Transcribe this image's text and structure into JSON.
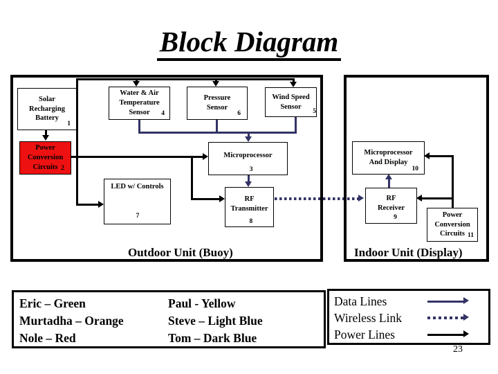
{
  "slide": {
    "title": "Block Diagram",
    "page_number": "23"
  },
  "colors": {
    "background": "#ffffff",
    "power_line": "#000000",
    "data_line": "#333366",
    "wireless_line": "#333366",
    "highlight_red": "#ee1111"
  },
  "boxes": {
    "solar": {
      "label": "Solar\nRecharging\nBattery",
      "number": "1"
    },
    "power_conv_out": {
      "label": "Power\nConversion\nCircuits",
      "number": "2"
    },
    "water_air": {
      "label": "Water & Air\nTemperature\nSensor",
      "number": "4"
    },
    "pressure": {
      "label": "Pressure\nSensor",
      "number": "6"
    },
    "wind": {
      "label": "Wind Speed\nSensor",
      "number": "5"
    },
    "micro": {
      "label": "Microprocessor",
      "number": "3"
    },
    "led": {
      "label": "LED w/ Controls",
      "number": "7"
    },
    "rf_tx": {
      "label": "RF\nTransmitter",
      "number": "8"
    },
    "micro_disp": {
      "label": "Microprocessor\nAnd Display",
      "number": "10"
    },
    "rf_rx": {
      "label": "RF\nReceiver",
      "number": "9"
    },
    "power_conv_in": {
      "label": "Power\nConversion\nCircuits",
      "number": "11"
    }
  },
  "units": {
    "outdoor": "Outdoor Unit (Buoy)",
    "indoor": "Indoor Unit (Display)"
  },
  "team": {
    "left": [
      "Eric – Green",
      "Murtadha – Orange",
      "Nole – Red"
    ],
    "right": [
      "Paul - Yellow",
      "Steve – Light Blue",
      "Tom – Dark Blue"
    ]
  },
  "line_legend": [
    {
      "label": "Data Lines",
      "style": "solid",
      "color": "#333366"
    },
    {
      "label": "Wireless Link",
      "style": "dotted",
      "color": "#333366"
    },
    {
      "label": "Power Lines",
      "style": "solid",
      "color": "#000000"
    }
  ]
}
